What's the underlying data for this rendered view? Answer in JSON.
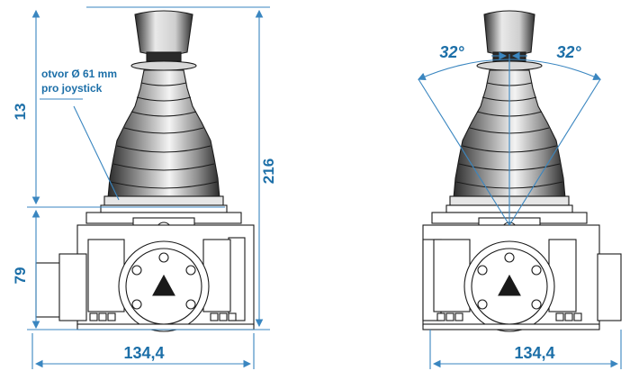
{
  "left_view": {
    "dim_height_top": "13",
    "dim_height_total": "216",
    "dim_height_base": "79",
    "dim_width": "134,4",
    "note_line1": "otvor Ø 61 mm",
    "note_line2": "pro joystick"
  },
  "right_view": {
    "angle_left": "32°",
    "angle_right": "32°",
    "dim_width": "134,4"
  },
  "colors": {
    "dimension": "#1c6fa8",
    "outline": "#1a1a1a",
    "boot_dark": "#3b3b3b",
    "boot_light": "#f2f2f2"
  }
}
